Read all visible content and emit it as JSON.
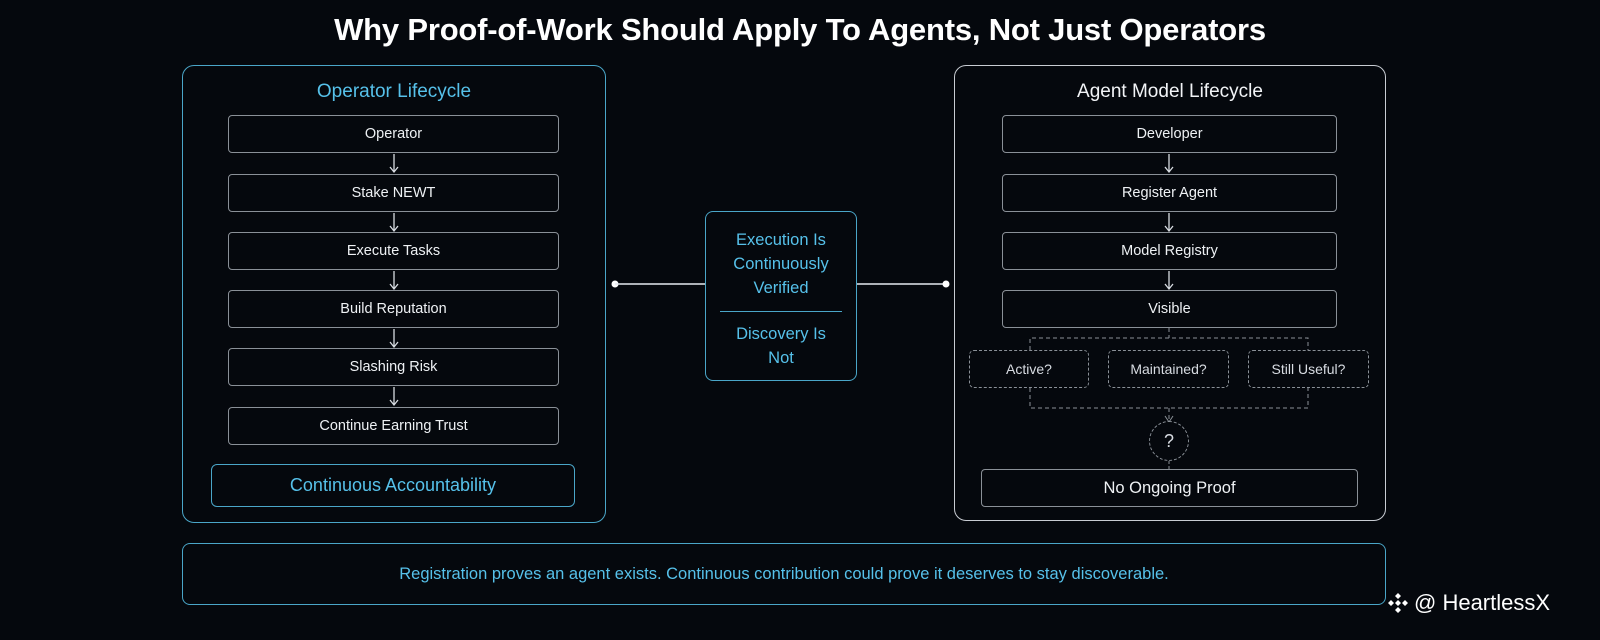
{
  "title": "Why Proof-of-Work Should Apply To Agents, Not Just Operators",
  "operator": {
    "title": "Operator Lifecycle",
    "steps": [
      "Operator",
      "Stake NEWT",
      "Execute Tasks",
      "Build Reputation",
      "Slashing Risk",
      "Continue Earning Trust"
    ],
    "summary": "Continuous Accountability"
  },
  "center": {
    "top_text": "Execution Is Continuously Verified",
    "top_lines": [
      "Execution Is",
      "Continuously",
      "Verified"
    ],
    "bottom_lines": [
      "Discovery Is",
      "Not"
    ]
  },
  "agent": {
    "title": "Agent Model Lifecycle",
    "steps": [
      "Developer",
      "Register Agent",
      "Model Registry",
      "Visible"
    ],
    "questions": [
      "Active?",
      "Maintained?",
      "Still Useful?"
    ],
    "unknown": "?",
    "summary": "No Ongoing Proof"
  },
  "footer": "Registration proves an agent exists. Continuous contribution could prove it deserves to stay discoverable.",
  "watermark": "@ HeartlessX",
  "colors": {
    "accent": "#56c1ea",
    "background": "#05080d",
    "neutral_border": "#8a9097"
  }
}
